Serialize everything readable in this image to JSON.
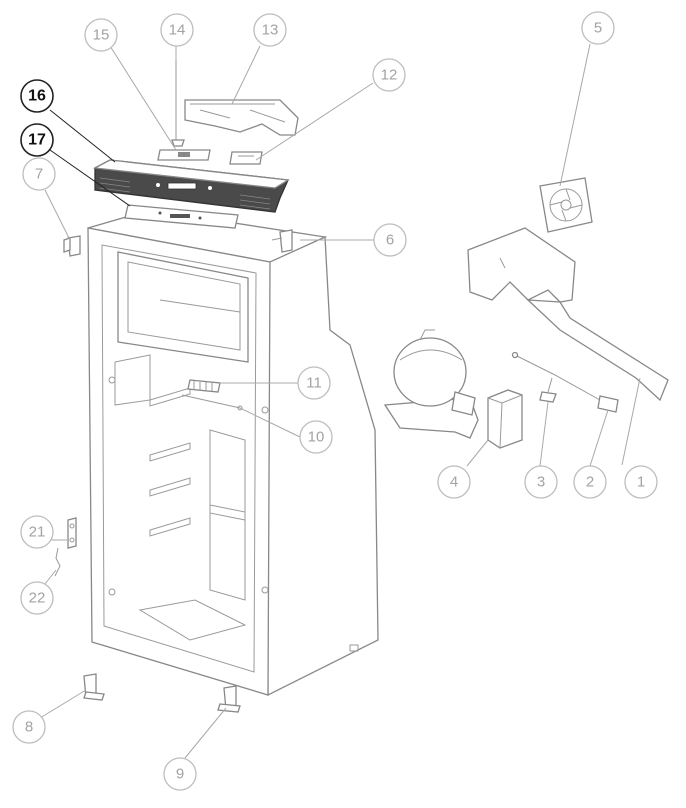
{
  "diagram": {
    "callouts": [
      {
        "id": "1",
        "label": "1",
        "highlight": false
      },
      {
        "id": "2",
        "label": "2",
        "highlight": false
      },
      {
        "id": "3",
        "label": "3",
        "highlight": false
      },
      {
        "id": "4",
        "label": "4",
        "highlight": false
      },
      {
        "id": "5",
        "label": "5",
        "highlight": false
      },
      {
        "id": "6",
        "label": "6",
        "highlight": false
      },
      {
        "id": "7",
        "label": "7",
        "highlight": false
      },
      {
        "id": "8",
        "label": "8",
        "highlight": false
      },
      {
        "id": "9",
        "label": "9",
        "highlight": false
      },
      {
        "id": "10",
        "label": "10",
        "highlight": false
      },
      {
        "id": "11",
        "label": "11",
        "highlight": false
      },
      {
        "id": "12",
        "label": "12",
        "highlight": false
      },
      {
        "id": "13",
        "label": "13",
        "highlight": false
      },
      {
        "id": "14",
        "label": "14",
        "highlight": false
      },
      {
        "id": "15",
        "label": "15",
        "highlight": false
      },
      {
        "id": "16",
        "label": "16",
        "highlight": true
      },
      {
        "id": "17",
        "label": "17",
        "highlight": true
      },
      {
        "id": "21",
        "label": "21",
        "highlight": false
      },
      {
        "id": "22",
        "label": "22",
        "highlight": false
      }
    ],
    "colors": {
      "highlight": "#222222",
      "muted": "#a3a3a3",
      "line": "#888888"
    }
  }
}
